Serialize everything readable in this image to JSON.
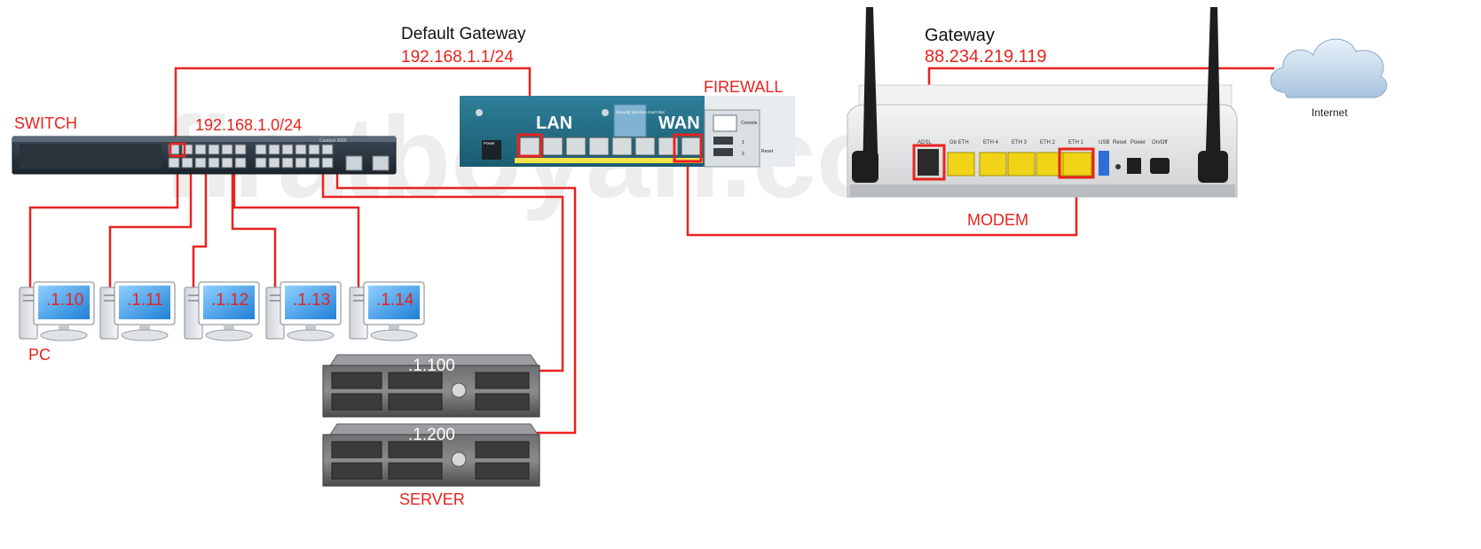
{
  "watermark": "firatboyan.com",
  "labels": {
    "default_gateway_title": "Default Gateway",
    "default_gateway_ip": "192.168.1.1/24",
    "switch": "SWITCH",
    "network": "192.168.1.0/24",
    "firewall": "FIREWALL",
    "lan": "LAN",
    "wan": "WAN",
    "gateway_title": "Gateway",
    "gateway_ip": "88.234.219.119",
    "internet": "Internet",
    "modem": "MODEM",
    "pc": "PC",
    "server": "SERVER"
  },
  "pcs": [
    ".1.10",
    ".1.11",
    ".1.12",
    ".1.13",
    ".1.14"
  ],
  "servers": [
    ".1.100",
    ".1.200"
  ],
  "modem_ports": [
    "ADSL",
    "Gb ETH",
    "ETH 4",
    "ETH 3",
    "ETH 2",
    "ETH 1",
    "USB",
    "Reset",
    "Power",
    "On/Off"
  ],
  "firewall_small": {
    "console": "Console",
    "security_card": "Security Services Card Slot",
    "reset": "Reset",
    "power": "Power",
    "usb1": "1",
    "usb2": "2"
  },
  "switch_model": "Catalyst 3560"
}
